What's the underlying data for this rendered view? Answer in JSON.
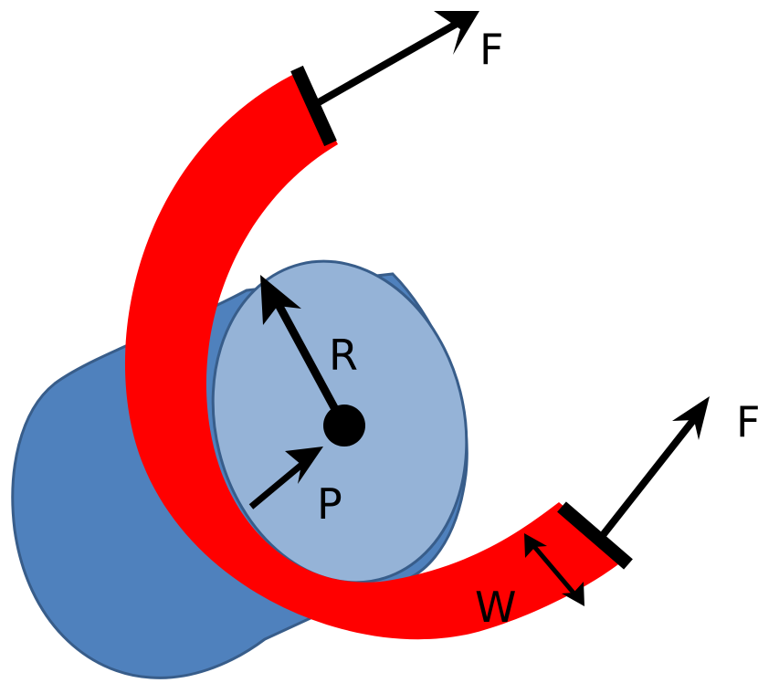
{
  "labels": {
    "force_top": "F",
    "force_bottom": "F",
    "radius": "R",
    "pressure": "P",
    "width": "W"
  },
  "colors": {
    "band": "#ff0000",
    "drum_front": "#95b3d7",
    "drum_body": "#4f81bd",
    "drum_outline": "#385d8a",
    "arrow": "#000000",
    "background": "#ffffff"
  }
}
